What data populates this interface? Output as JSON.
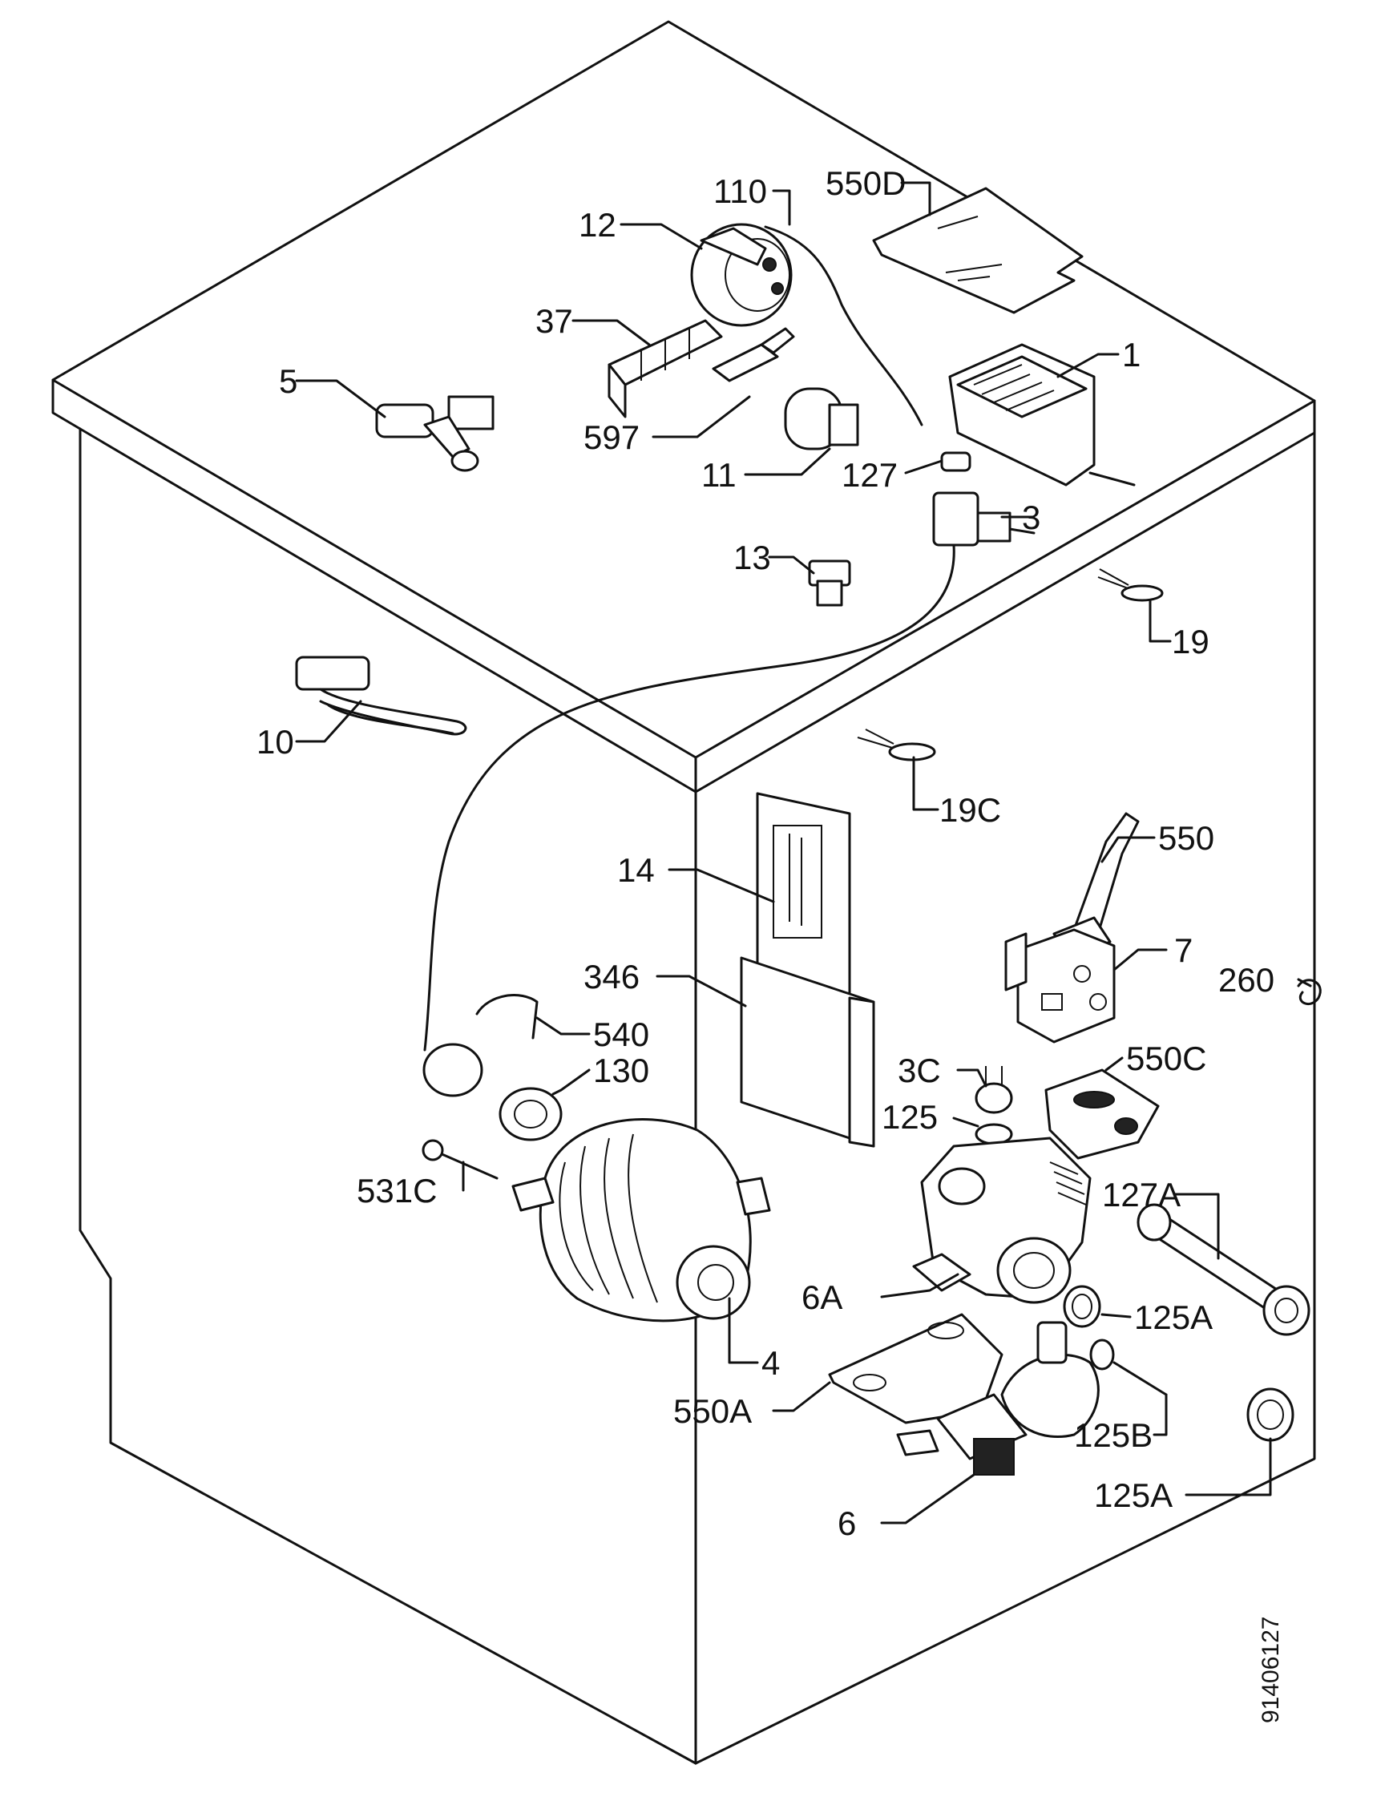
{
  "diagram": {
    "doc_number": "91406127",
    "labels": {
      "p1": "1",
      "p3": "3",
      "p3c": "3C",
      "p4": "4",
      "p5": "5",
      "p6": "6",
      "p6a": "6A",
      "p7": "7",
      "p10": "10",
      "p11": "11",
      "p12": "12",
      "p13": "13",
      "p14": "14",
      "p19": "19",
      "p19c": "19C",
      "p37": "37",
      "p110": "110",
      "p125": "125",
      "p125a_1": "125A",
      "p125a_2": "125A",
      "p125b": "125B",
      "p127": "127",
      "p127a": "127A",
      "p130": "130",
      "p260": "260",
      "p346": "346",
      "p531c": "531C",
      "p540": "540",
      "p550": "550",
      "p550a": "550A",
      "p550c": "550C",
      "p550d": "550D",
      "p597": "597"
    }
  }
}
